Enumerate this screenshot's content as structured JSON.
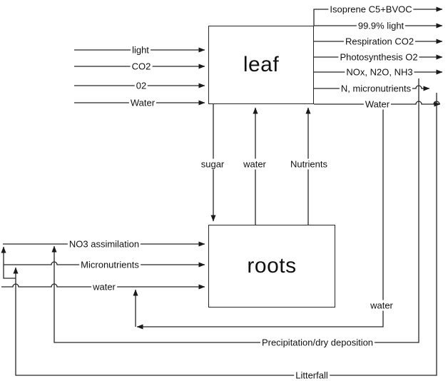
{
  "diagram": {
    "type": "plant-water-nutrient-flow",
    "colors": {
      "line": "#262626",
      "background": "#ffffff",
      "text": "#111111"
    },
    "leaf": {
      "label": "leaf",
      "inputs": [
        "light",
        "CO2",
        "02",
        "Water"
      ],
      "outputs": [
        "Isoprene C5+BVOC",
        "99.9% light",
        "Respiration CO2",
        "Photosynthesis O2",
        "NOx, N2O, NH3",
        "N, micronutrients",
        "Water"
      ]
    },
    "roots": {
      "label": "roots",
      "inputs": [
        "NO3 assimilation",
        "Micronutrients",
        "water"
      ]
    },
    "exchange": {
      "sugar": "sugar",
      "water": "water",
      "nutrients": "Nutrients"
    },
    "cycles": {
      "water_return": "water",
      "precipitation": "Precipitation/dry deposition",
      "litterfall": "Litterfall"
    }
  }
}
